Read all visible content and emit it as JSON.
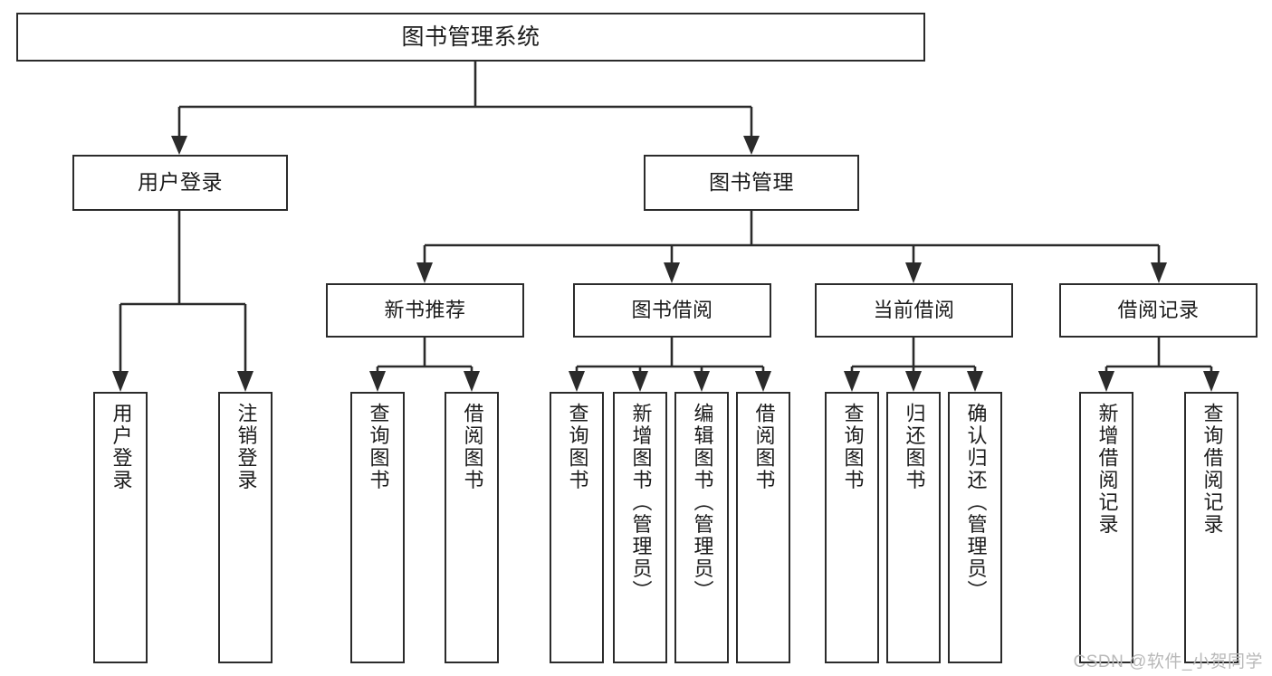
{
  "diagram": {
    "type": "tree",
    "title": "图书管理系统",
    "watermark": "CSDN @软件_小贺同学",
    "colors": {
      "stroke": "#2b2b2b",
      "box_fill": "#ffffff",
      "text": "#1b1b1b",
      "background": "#ffffff",
      "watermark": "#b9b9b9"
    },
    "root": {
      "label": "图书管理系统"
    },
    "level2": [
      {
        "label": "用户登录"
      },
      {
        "label": "图书管理"
      }
    ],
    "level3": [
      {
        "label": "新书推荐"
      },
      {
        "label": "图书借阅"
      },
      {
        "label": "当前借阅"
      },
      {
        "label": "借阅记录"
      }
    ],
    "leaves": {
      "user_login": [
        {
          "label": "用户登录"
        },
        {
          "label": "注销登录"
        }
      ],
      "new_book_recommend": [
        {
          "label": "查询图书"
        },
        {
          "label": "借阅图书"
        }
      ],
      "book_borrow": [
        {
          "label": "查询图书"
        },
        {
          "label": "新增图书（管理员）"
        },
        {
          "label": "编辑图书（管理员）"
        },
        {
          "label": "借阅图书"
        }
      ],
      "current_borrow": [
        {
          "label": "查询图书"
        },
        {
          "label": "归还图书"
        },
        {
          "label": "确认归还（管理员）"
        }
      ],
      "borrow_record": [
        {
          "label": "新增借阅记录"
        },
        {
          "label": "查询借阅记录"
        }
      ]
    }
  }
}
